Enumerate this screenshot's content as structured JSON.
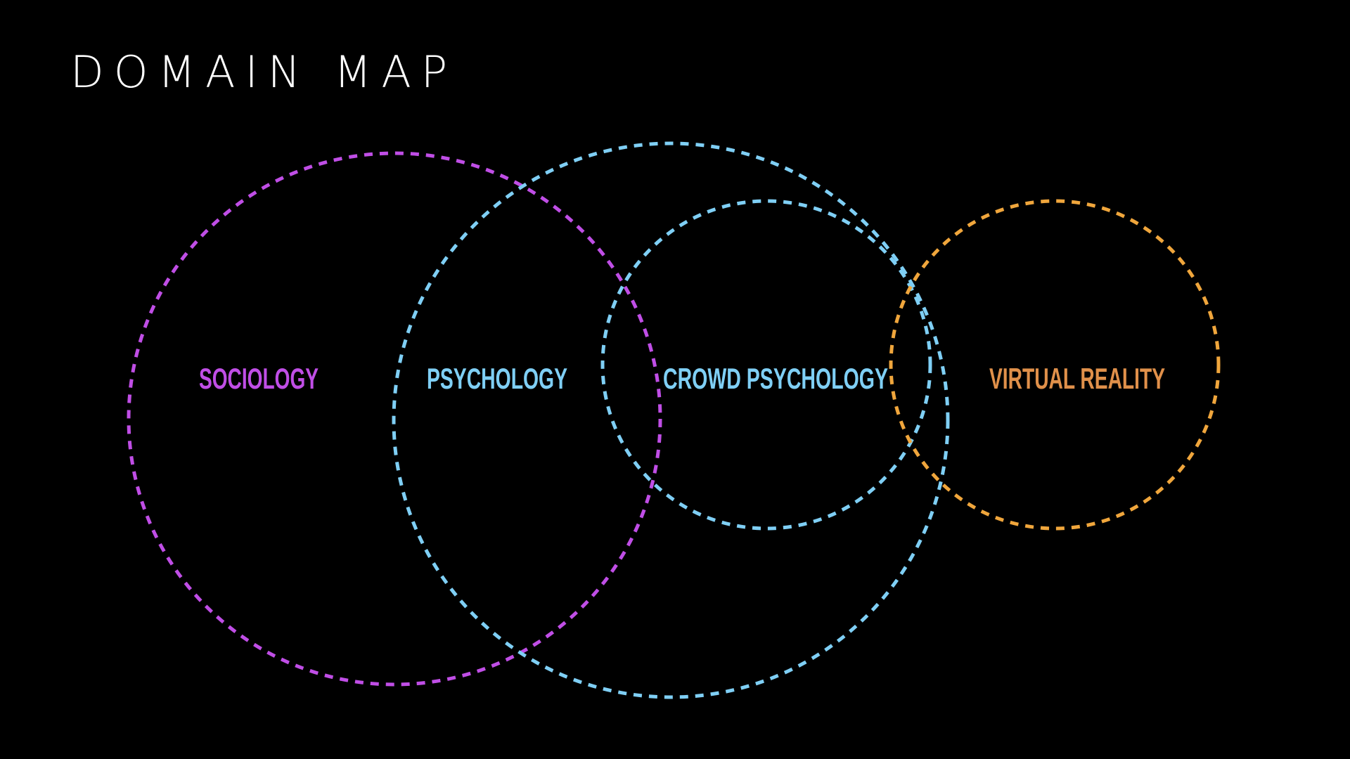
{
  "title": "DOMAIN MAP",
  "domains": [
    {
      "id": "sociology",
      "label": "SOCIOLOGY",
      "color": "#c04ee6"
    },
    {
      "id": "psychology",
      "label": "PSYCHOLOGY",
      "color": "#7fcff5"
    },
    {
      "id": "crowd-psychology",
      "label": "CROWD PSYCHOLOGY",
      "color": "#7fcff5"
    },
    {
      "id": "virtual-reality",
      "label": "VIRTUAL REALITY",
      "color": "#f0a63c",
      "label_color": "#e0904a"
    }
  ]
}
